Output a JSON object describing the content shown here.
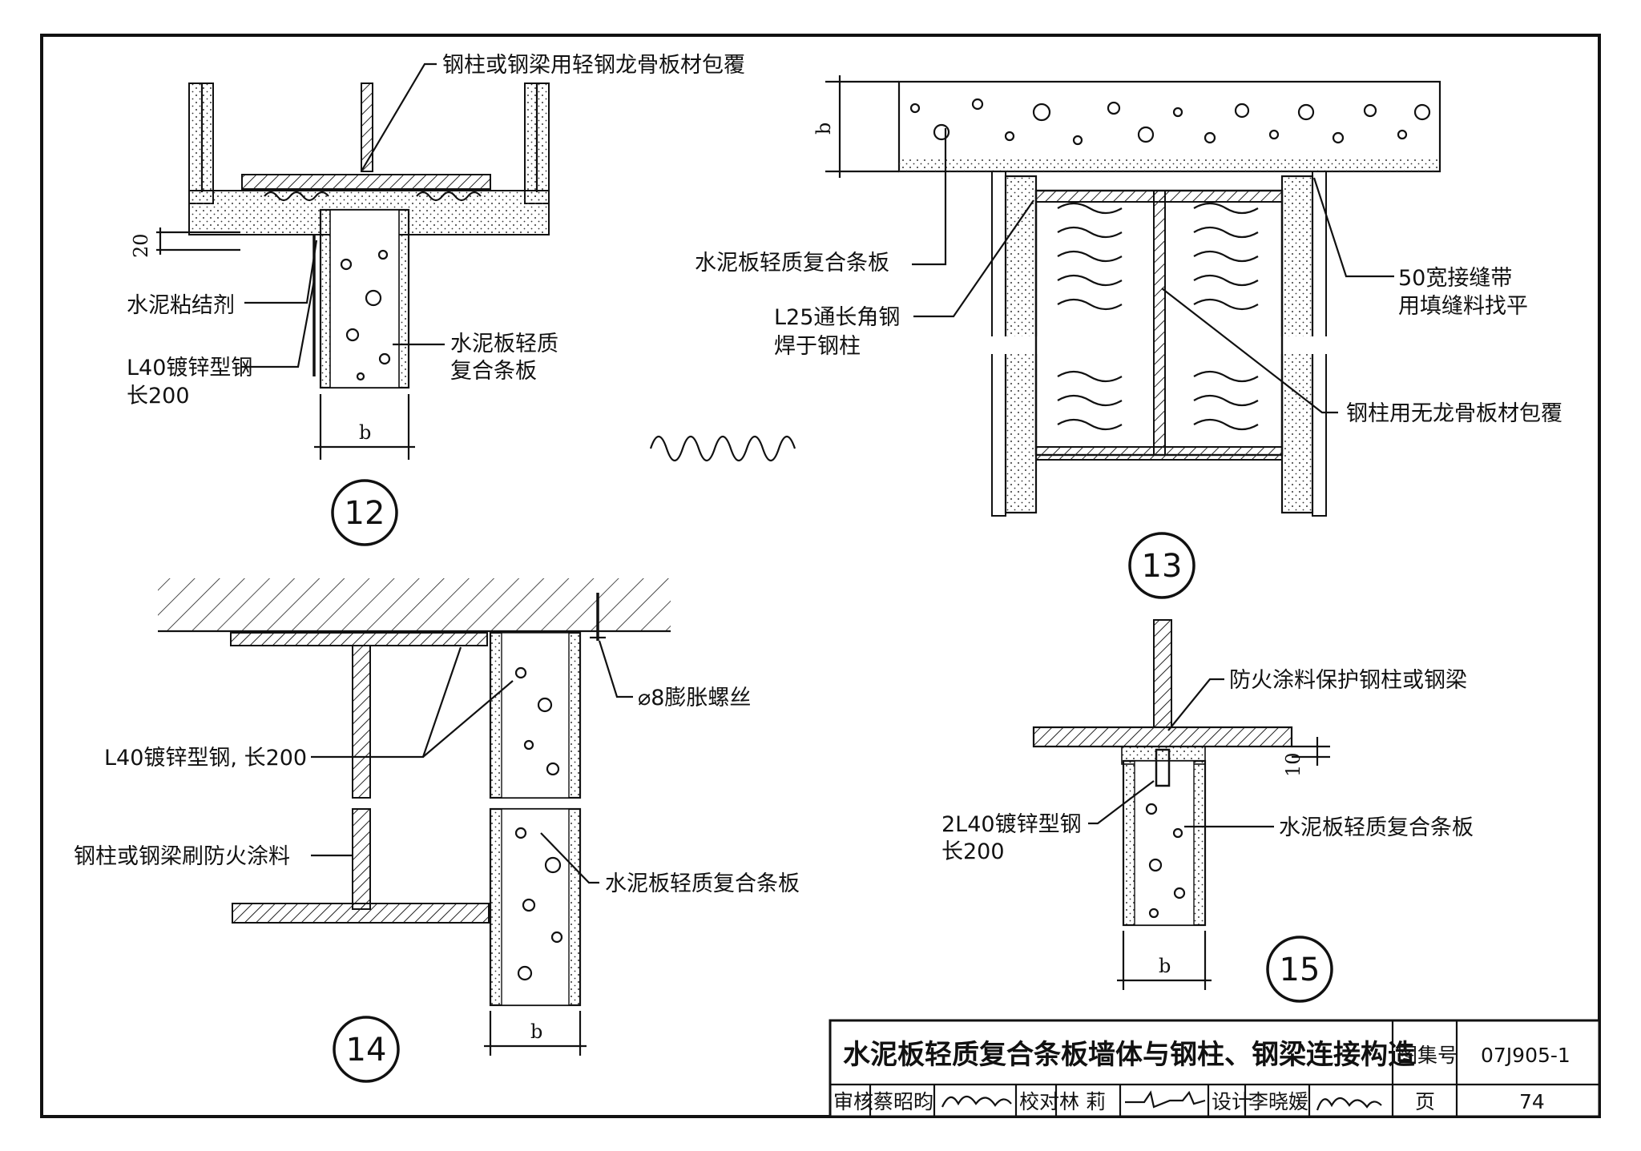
{
  "details": {
    "d12": {
      "number": "12",
      "label_cover": "钢柱或钢梁用轻钢龙骨板材包覆",
      "label_adhesive": "水泥粘结剂",
      "label_steel_1": "L40镀锌型钢",
      "label_steel_2": "长200",
      "label_panel_1": "水泥板轻质",
      "label_panel_2": "复合条板",
      "dim_b": "b",
      "dim_20": "20"
    },
    "d13": {
      "number": "13",
      "label_panel": "水泥板轻质复合条板",
      "label_angle_1": "L25通长角钢",
      "label_angle_2": "焊于钢柱",
      "label_tape_1": "50宽接缝带",
      "label_tape_2": "用填缝料找平",
      "label_cover": "钢柱用无龙骨板材包覆",
      "dim_b": "b"
    },
    "d14": {
      "number": "14",
      "label_bolt": "⌀8膨胀螺丝",
      "label_steel": "L40镀锌型钢, 长200",
      "label_paint": "钢柱或钢梁刷防火涂料",
      "label_panel": "水泥板轻质复合条板",
      "dim_b": "b"
    },
    "d15": {
      "number": "15",
      "label_fire": "防火涂料保护钢柱或钢梁",
      "label_steel_1": "2L40镀锌型钢",
      "label_steel_2": "长200",
      "label_panel": "水泥板轻质复合条板",
      "dim_b": "b",
      "dim_10": "10"
    }
  },
  "title_block": {
    "title": "水泥板轻质复合条板墙体与钢柱、钢梁连接构造",
    "atlas_label": "图集号",
    "atlas_number": "07J905-1",
    "review_label": "审核",
    "reviewer": "蔡昭昀",
    "check_label": "校对",
    "checker": "林  莉",
    "design_label": "设计",
    "designer": "李晓媛",
    "page_label": "页",
    "page_number": "74"
  }
}
